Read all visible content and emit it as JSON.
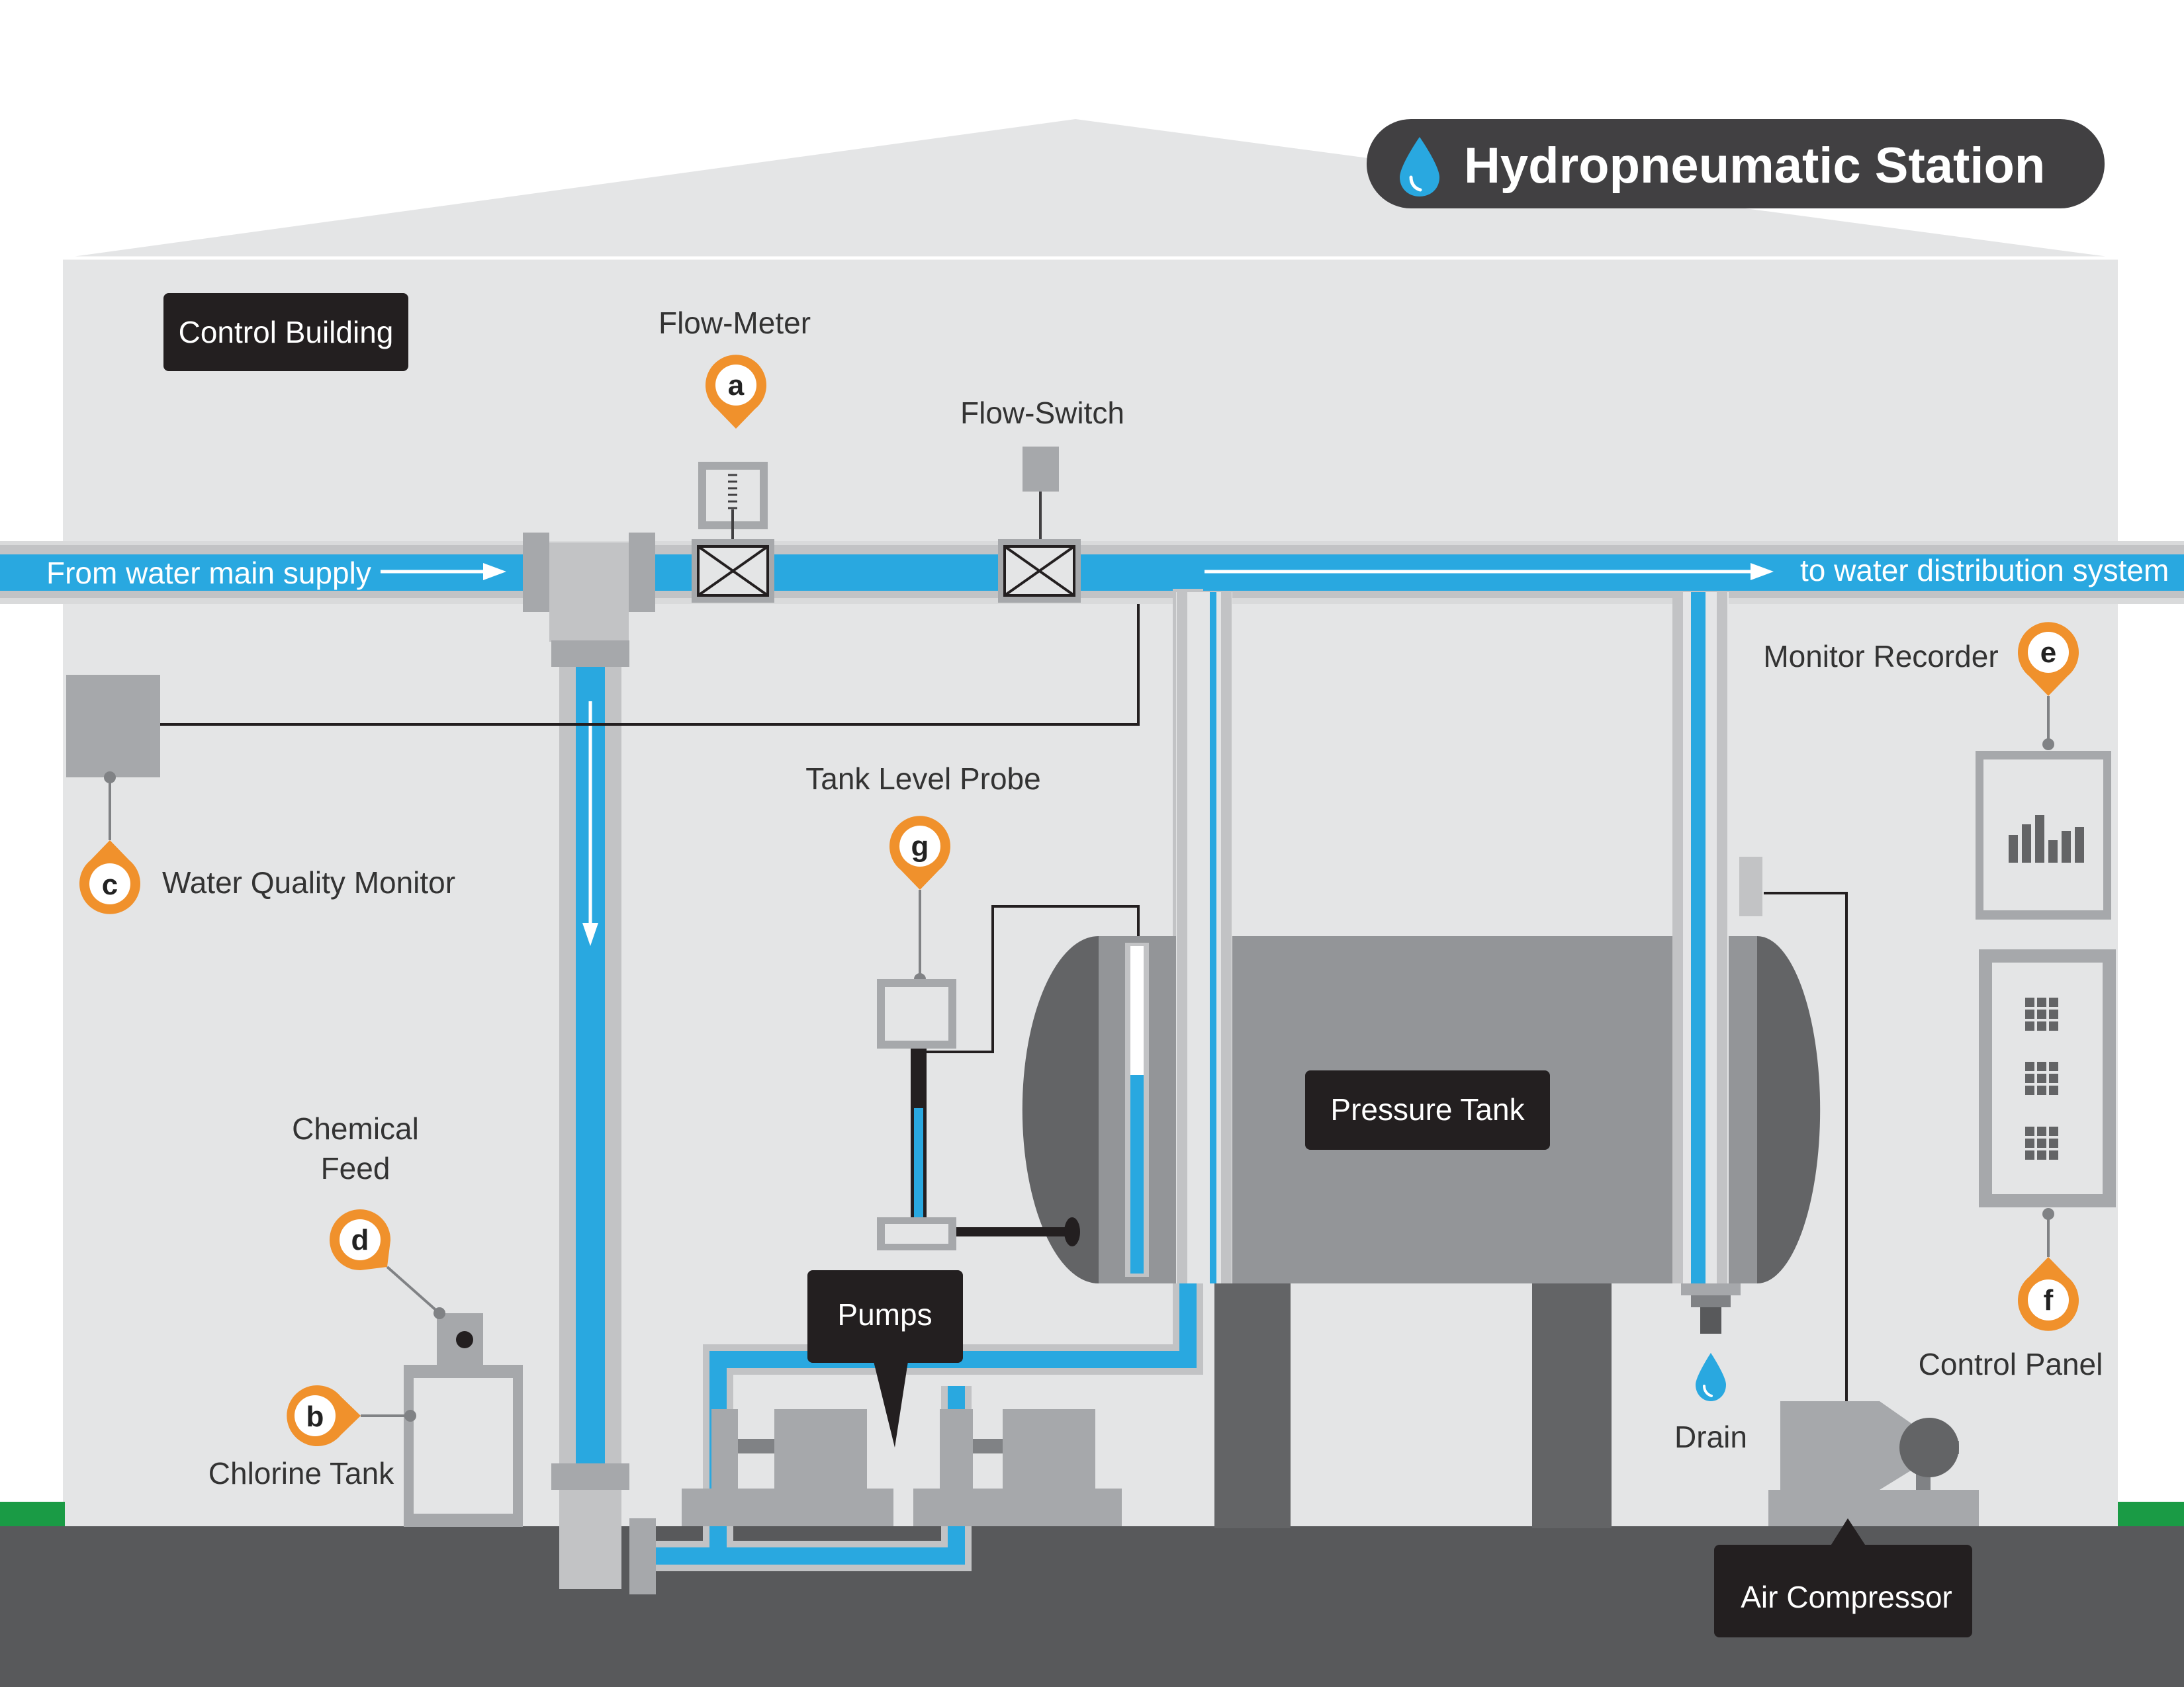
{
  "title": "Hydropneumatic Station",
  "labels": {
    "control_building": "Control Building",
    "flow_meter": "Flow-Meter",
    "flow_switch": "Flow-Switch",
    "from_supply": "From water main supply",
    "to_distribution": "to water distribution system",
    "monitor_recorder": "Monitor Recorder",
    "water_quality_monitor": "Water Quality Monitor",
    "tank_level_probe": "Tank Level Probe",
    "chemical_feed_line1": "Chemical",
    "chemical_feed_line2": "Feed",
    "chlorine_tank": "Chlorine Tank",
    "pumps": "Pumps",
    "pressure_tank": "Pressure Tank",
    "drain": "Drain",
    "control_panel": "Control Panel",
    "air_compressor": "Air Compressor"
  },
  "pins": {
    "a": "a",
    "b": "b",
    "c": "c",
    "d": "d",
    "e": "e",
    "f": "f",
    "g": "g"
  },
  "colors": {
    "water": "#29a8e0",
    "pin": "#f0912c",
    "building": "#e4e5e6",
    "ground": "#58595b",
    "grass": "#1a9b45",
    "dark_label": "#231f20",
    "title_bg": "#414042"
  },
  "icons": {
    "title_icon": "water-drop-icon",
    "drain_icon": "water-drop-icon",
    "pin_icon": "map-pin-icon"
  }
}
